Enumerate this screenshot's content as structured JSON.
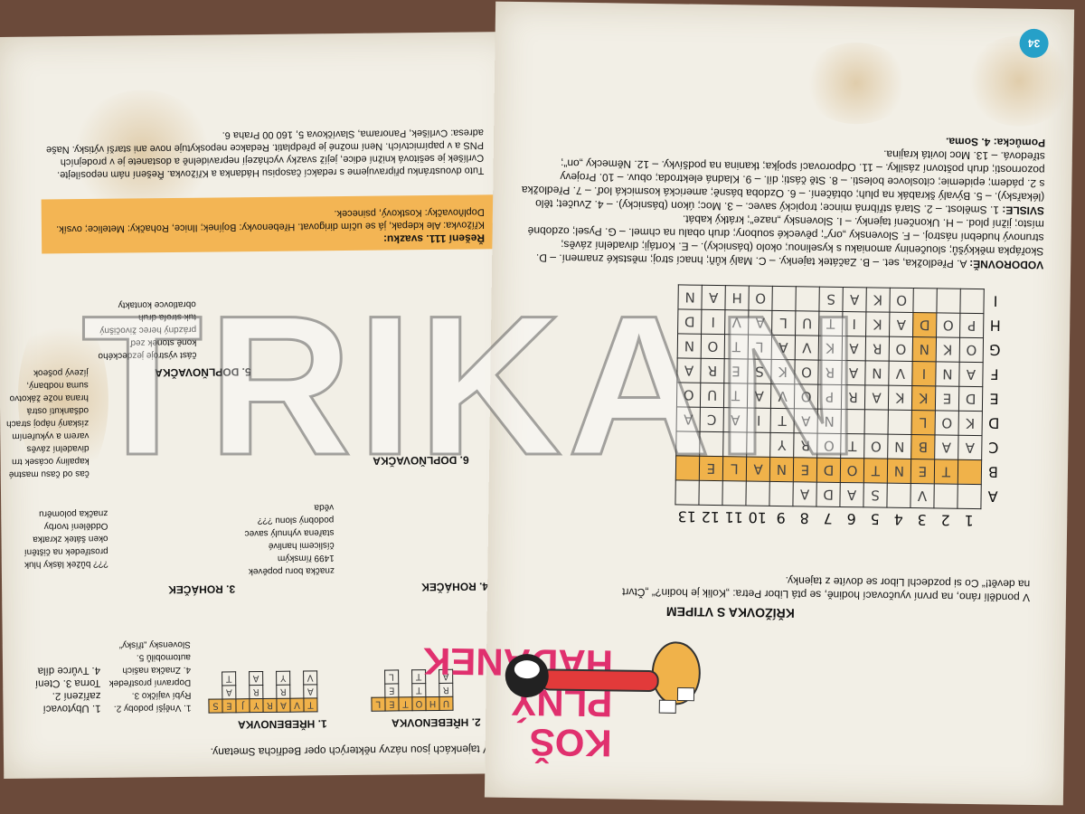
{
  "right_page": {
    "title_line1": "KOŠ PLNÝ",
    "title_line2": "HÁDANEK",
    "subtitle": "KŘÍŽOVKA S VTIPEM",
    "intro": "V pondělí ráno, na první vyučovací hodině, se ptá Libor Petra: „Kolik je hodin?“ „Čtvrt na devět!“ Co si pozdechl Libor se dovíte z tajenky.",
    "column_numbers": [
      "1",
      "2",
      "3",
      "4",
      "5",
      "6",
      "7",
      "8",
      "9",
      "10",
      "11",
      "12",
      "13"
    ],
    "row_letters": [
      "A",
      "B",
      "C",
      "D",
      "E",
      "F",
      "G",
      "H",
      "I"
    ],
    "grid_rows": [
      [
        "",
        "",
        "V",
        "",
        "S",
        "A",
        "D",
        "A",
        "",
        "",
        " ",
        "",
        ""
      ],
      [
        "",
        "T",
        "E",
        "N",
        "T",
        "O",
        "D",
        "E",
        "N",
        "A",
        "L",
        "E",
        ""
      ],
      [
        "A",
        "A",
        "B",
        "N",
        "O",
        "T",
        "O",
        "R",
        "Y",
        "",
        "",
        "",
        ""
      ],
      [
        "K",
        "O",
        "L",
        "",
        "",
        "",
        "N",
        "A",
        "T",
        "I",
        "A",
        "C",
        "A"
      ],
      [
        "D",
        "E",
        "K",
        "K",
        "A",
        "R",
        "P",
        "O",
        "V",
        "A",
        "T",
        "U",
        "O"
      ],
      [
        "A",
        "N",
        "I",
        "V",
        "N",
        "A",
        "R",
        "O",
        "K",
        "S",
        "E",
        "R",
        "A"
      ],
      [
        "O",
        "K",
        "N",
        "O",
        "R",
        "A",
        "K",
        "V",
        "A",
        "L",
        "T",
        "O",
        "N"
      ],
      [
        "P",
        "O",
        "D",
        "A",
        "K",
        "I",
        "T",
        "U",
        "L",
        "A",
        "V",
        "I",
        "D"
      ],
      [
        "",
        "",
        "",
        "O",
        "K",
        "A",
        "S",
        "",
        "",
        "O",
        "H",
        "A",
        "N"
      ]
    ],
    "orange_cells": "row B fully highlighted and column 3 highlighted",
    "vodorovne_head": "VODOROVNĚ:",
    "vodorovne": "A. Předložka, set. – B. Začátek tajenky. – C. Malý kůň; hnací stroj; městské znamení. – D. Skořápka měkkýšů; sloučeniny amoniaku s kyselinou; okolo (básnicky). – E. Kortáji; divadelní závěs; strunový hudební nástroj. – F. Slovensky „ory“; pěvecké soubory; druh obalu na chmel. – G. Pysel; ozdobné místo; jižní plod. – H. Ukončení tajenky. – I. Slovensky „naze“; krátký kabát.",
    "svisle_head": "SVISLE:",
    "svisle": "1. Smělost. – 2. Stará stříbrná mince; tropický savec. – 3. Moc; úkon (básnicky). – 4. Zvučet; tělo (lékařsky). – 5. Bývalý škrabák na pluh; obtáčení. – 6. Ozdoba básně; americká kosmická loď. – 7. Předložka s 2. pádem; epidemie; citoslovce bolesti. – 8. Stě části; díl. – 9. Kladná elektroda; obuv. – 10. Projevy pozornosti; druh poštovní zásilky. – 11. Odporovací spojka; tkanina na podšívky. – 12. Německy „on“; středová. – 13. Moc lovitá krajina.",
    "pomucka": "Pomůcka: 4. Soma.",
    "page_number": "34"
  },
  "left_page": {
    "head_text": "V tajenkách jsou názvy některých oper Bedřicha Smetany.",
    "h1": "1. HŘEBENOVKA",
    "h2": "2. HŘEBENOVKA",
    "h2_clues": "1. Ubytovací zařízení 2. Torna 3. Ctení 4. Tvůrce díla",
    "h1_clues": "1. Vnější podoby 2. Rybí vajíčko 3. Dopravní prostředek 4. Značka našich automobilů 5. Slovensky „třísky“",
    "r3": "3. ROHÁČEK",
    "r4": "4. ROHÁČEK",
    "r4_clues": "značka boru popěvek 1499 římským číslicemi hanlivé stařena vyhnulý savec podobný slonu ??? věda",
    "r3_clues": "??? bůžek lásky hluk prostředek na čištění oken šátek zkratka Oddělení tvorby značka poloměru",
    "d5": "5. DOPLŇOVAČKA",
    "d5_clues": "část výstroje jezdeckého koně stonek zeď prázdný herec živočišný tuk strofa druh obratlovce kontakty",
    "d6": "6. DOPLŇOVAČKA",
    "d6_clues": "čas od času mastné kapaliny ocásek trn divadelní závěs varem a vykuřením získaný nápoj strach odšankutí ostrá hrana nože žákotvo suma nodbaný, jízevý pošeok",
    "solution_head": "Řešení 111. svazku:",
    "solution": "Křížovka: Ale kdepak, já se učím dirigovat. Hřebenovky: Bojínek; Ilnice, Rohačky: Metelice; ovsík. Doplňovačky: Kostkový, psinecek.",
    "footer": "Tuto dvoustránku připravujeme s redakcí časopisu Hádanka a Křížovka. Řešení nám neposílejte. Cvrlíšek je sešitová knižní edice, jejíž svazky vycházejí nepravidelně a dostanete je v prodejních PNS a v papírnictvích. Není možné je předplatit. Redakce neposkytuje nove ani starší výtisky. Naše adresa: Cvrlíšek, Panorama, Slavíčkova 5, 160 00 Praha 6."
  },
  "watermark": "TRIKAN",
  "colors": {
    "accent_pink": "#e0306e",
    "orange": "#f0b24a",
    "paper": "#f2efe6",
    "table": "#6b4a3a"
  }
}
